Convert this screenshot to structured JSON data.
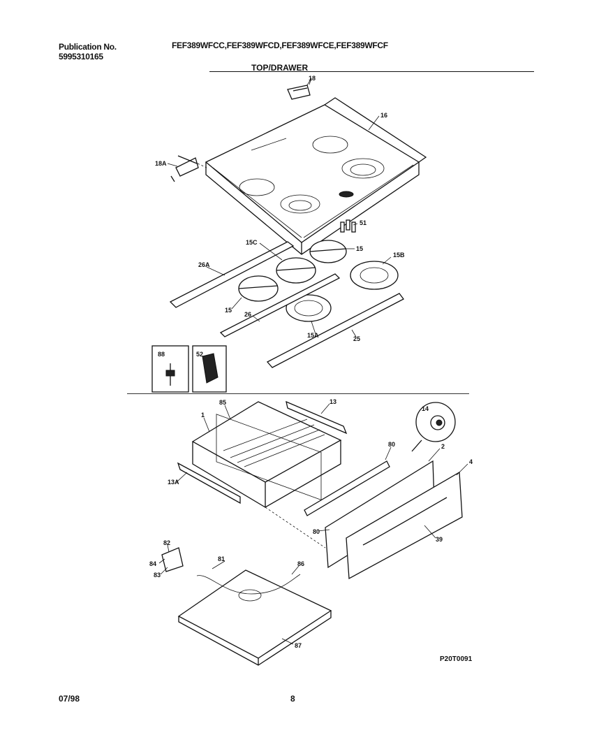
{
  "header": {
    "publication_label": "Publication No.",
    "publication_number": "5995310165",
    "models": "FEF389WFCC,FEF389WFCD,FEF389WFCE,FEF389WFCF",
    "section_title": "TOP/DRAWER"
  },
  "callouts": {
    "c18": "18",
    "c16": "16",
    "c18a": "18A",
    "c51": "51",
    "c15c": "15C",
    "c15": "15",
    "c15b": "15B",
    "c26a": "26A",
    "c15_left": "15",
    "c26": "26",
    "c15a": "15A",
    "c25": "25",
    "c88": "88",
    "c52": "52",
    "c85": "85",
    "c13": "13",
    "c1": "1",
    "c14": "14",
    "c80": "80",
    "c2": "2",
    "c4": "4",
    "c13a": "13A",
    "c80b": "80",
    "c39": "39",
    "c82": "82",
    "c84": "84",
    "c83": "83",
    "c81": "81",
    "c86": "86",
    "c87": "87"
  },
  "figure_ref": "P20T0091",
  "footer": {
    "date": "07/98",
    "page": "8"
  }
}
